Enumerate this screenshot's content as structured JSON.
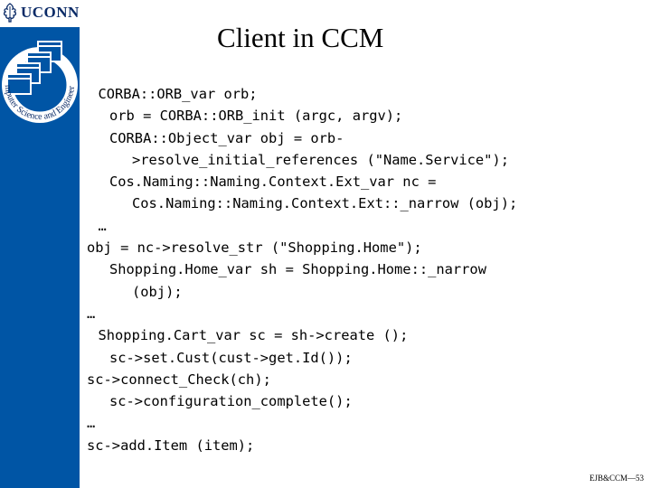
{
  "header": {
    "org_wordmark": "UCONN",
    "logo_text": "Computer Science and Engineering"
  },
  "slide": {
    "title": "Client in CCM",
    "code_lines": [
      {
        "text": "CORBA::ORB_var orb;",
        "indent": 1
      },
      {
        "text": "orb = CORBA::ORB_init (argc, argv);",
        "indent": 2
      },
      {
        "text": "CORBA::Object_var obj = orb-",
        "indent": 2
      },
      {
        "text": ">resolve_initial_references (\"Name.Service\");",
        "indent": 4
      },
      {
        "text": "Cos.Naming::Naming.Context.Ext_var nc =",
        "indent": 2
      },
      {
        "text": "Cos.Naming::Naming.Context.Ext::_narrow (obj);",
        "indent": 4
      },
      {
        "text": "…",
        "indent": 1
      },
      {
        "text": "obj = nc->resolve_str (\"Shopping.Home\");",
        "indent": 0
      },
      {
        "text": "Shopping.Home_var sh = Shopping.Home::_narrow",
        "indent": 2
      },
      {
        "text": "(obj);",
        "indent": 4
      },
      {
        "text": "…",
        "indent": 0
      },
      {
        "text": "Shopping.Cart_var sc = sh->create ();",
        "indent": 1
      },
      {
        "text": "sc->set.Cust(cust->get.Id());",
        "indent": 2
      },
      {
        "text": "sc->connect_Check(ch);",
        "indent": 0
      },
      {
        "text": "sc->configuration_complete();",
        "indent": 2
      },
      {
        "text": "…",
        "indent": 0
      },
      {
        "text": "sc->add.Item (item);",
        "indent": 0
      }
    ]
  },
  "footer": {
    "label": "EJB&CCM—53"
  },
  "colors": {
    "sidebar": "#0055a5",
    "wordmark": "#0a2a66"
  },
  "icons": {
    "oak_leaf": "oak-leaf-icon",
    "windows": "stacked-windows-icon"
  }
}
